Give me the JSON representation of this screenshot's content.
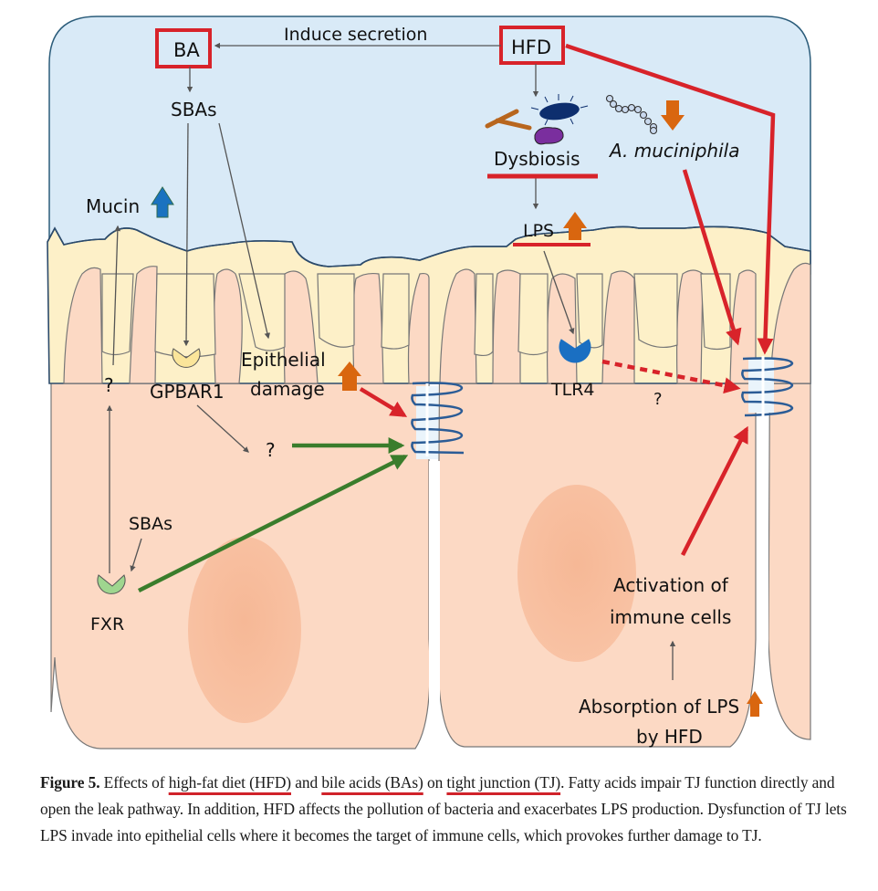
{
  "figure": {
    "labels": {
      "ba": "BA",
      "hfd": "HFD",
      "induce_secretion": "Induce secretion",
      "sbas_top": "SBAs",
      "mucin": "Mucin",
      "dysbiosis": "Dysbiosis",
      "a_muciniphila": "A. muciniphila",
      "lps": "LPS",
      "gpbar1": "GPBAR1",
      "epithelial": "Epithelial",
      "damage": "damage",
      "q_left": "?",
      "q_mid": "?",
      "q_tlr4": "?",
      "tlr4": "TLR4",
      "sbas_bottom": "SBAs",
      "fxr": "FXR",
      "activation_of": "Activation of",
      "immune_cells": "immune cells",
      "absorption": "Absorption of LPS",
      "by_hfd": "by HFD"
    },
    "indicators": {
      "mucin": "up",
      "lps": "up",
      "a_muciniphila": "down",
      "epithelial_damage": "up",
      "absorption_lps": "up"
    },
    "colors": {
      "lumen": "#d9eaf7",
      "mucus": "#fdf0c8",
      "cell": "#fcd9c4",
      "nucleus": "#f6b896",
      "highlight_red": "#d8232a",
      "promote_green": "#3a7d2c",
      "indicator_orange": "#d9660f",
      "indicator_blue": "#1a72c0",
      "tight_junction": "#2b5c96",
      "gpbar1": "#fbe59a",
      "fxr": "#9fd68f",
      "tlr4": "#1a6fc2"
    }
  },
  "caption": {
    "figure_label": "Figure 5.",
    "t1": " Effects of ",
    "u1": "high-fat diet (HFD)",
    "t2": " and ",
    "u2": "bile acids (BAs)",
    "t3": " on ",
    "u3": "tight junction (TJ)",
    "t4": ". Fatty acids impair TJ function directly and open the leak pathway. In addition, HFD affects the pollution of bacteria and exacerbates LPS production. Dysfunction of TJ lets LPS invade into epithelial cells where it becomes the target of immune cells, which provokes further damage to TJ."
  }
}
